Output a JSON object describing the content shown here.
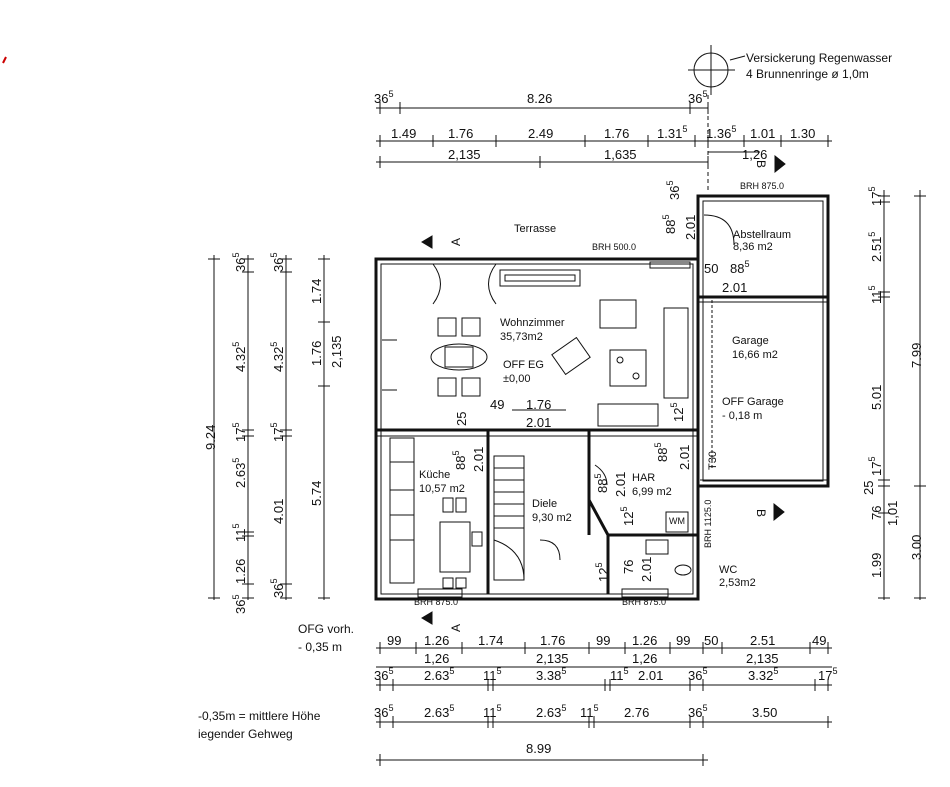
{
  "note_top": {
    "line1": "Versickerung Regenwasser",
    "line2": "4 Brunnenringe ø 1,0m"
  },
  "top_dims": {
    "row1": [
      {
        "v": "36",
        "s": "5"
      },
      {
        "v": "8.26",
        "s": ""
      },
      {
        "v": "36",
        "s": "5"
      }
    ],
    "row2": [
      {
        "v": "1.49",
        "s": ""
      },
      {
        "v": "1.76",
        "s": ""
      },
      {
        "v": "2.49",
        "s": ""
      },
      {
        "v": "1.76",
        "s": ""
      },
      {
        "v": "1.31",
        "s": "5"
      },
      {
        "v": "1.36",
        "s": "5"
      },
      {
        "v": "1.01",
        "s": ""
      },
      {
        "v": "1.30",
        "s": ""
      }
    ],
    "row3": [
      {
        "v": "2,135",
        "s": ""
      },
      {
        "v": "1,635",
        "s": ""
      },
      {
        "v": "1,26",
        "s": ""
      }
    ]
  },
  "rooms": {
    "terrasse": "Terrasse",
    "wohnzimmer": {
      "name": "Wohnzimmer",
      "area": "35,73m2",
      "level1": "OFF EG",
      "level2": "±0,00"
    },
    "abstellraum": {
      "name": "Abstellraum",
      "area": "8,36 m2"
    },
    "garage": {
      "name": "Garage",
      "area": "16,66 m2",
      "level1": "OFF Garage",
      "level2": "- 0,18 m"
    },
    "kueche": {
      "name": "Küche",
      "area": "10,57 m2"
    },
    "diele": {
      "name": "Diele",
      "area": "9,30 m2"
    },
    "har": {
      "name": "HAR",
      "area": "6,99 m2"
    },
    "wc": {
      "name": "WC",
      "area": "2,53m2"
    },
    "wm": "WM"
  },
  "brh": {
    "terrasse": "BRH 500.0",
    "abstell": "BRH 875.0",
    "kueche": "BRH 875.0",
    "wc": "BRH 875.0",
    "har": "BRH 1125.0"
  },
  "misc": {
    "t30": "T30",
    "section_a": "A",
    "section_b": "B"
  },
  "inner_dims": {
    "d49": "49",
    "d176": "1.76",
    "d201": "2.01",
    "d25": "25",
    "d12": {
      "v": "12",
      "s": "5"
    },
    "k88": {
      "v": "88",
      "s": "5"
    },
    "k201": "2.01",
    "h88": {
      "v": "88",
      "s": "5"
    },
    "h201": "2.01",
    "g88": {
      "v": "88",
      "s": "5"
    },
    "g201": "2.01",
    "g12": {
      "v": "12",
      "s": "5"
    },
    "w12": {
      "v": "12",
      "s": "5"
    },
    "w76": "76",
    "w201": "2.01",
    "a36": {
      "v": "36",
      "s": "5"
    },
    "a88": {
      "v": "88",
      "s": "5"
    },
    "a201": "2.01",
    "a50": "50",
    "a88b": {
      "v": "88",
      "s": "5"
    },
    "a201b": "2.01"
  },
  "left_dims": {
    "col1": "9.24",
    "col2": [
      {
        "v": "36",
        "s": "5"
      },
      {
        "v": "4.32",
        "s": "5"
      },
      {
        "v": "17",
        "s": "5"
      },
      {
        "v": "2.63",
        "s": "5"
      },
      {
        "v": "11",
        "s": "5"
      },
      {
        "v": "1.26",
        "s": ""
      },
      {
        "v": "36",
        "s": "5"
      }
    ],
    "col3": [
      {
        "v": "36",
        "s": "5"
      },
      {
        "v": "4.32",
        "s": "5"
      },
      {
        "v": "17",
        "s": "5"
      },
      {
        "v": "4.01",
        "s": ""
      },
      {
        "v": "36",
        "s": "5"
      }
    ],
    "col4": [
      {
        "v": "1.74",
        "s": ""
      },
      {
        "v": "1.76",
        "s": ""
      },
      {
        "v": "5.74",
        "s": ""
      }
    ],
    "col5": "2,135"
  },
  "right_dims": {
    "col1": [
      {
        "v": "17",
        "s": "5"
      },
      {
        "v": "2.51",
        "s": "5"
      },
      {
        "v": "11",
        "s": "5"
      },
      {
        "v": "5.01",
        "s": ""
      },
      {
        "v": "17",
        "s": "5"
      },
      {
        "v": "76",
        "s": ""
      },
      {
        "v": "1.99",
        "s": ""
      }
    ],
    "col1b": [
      {
        "v": "25",
        "s": ""
      },
      {
        "v": "1,01",
        "s": ""
      }
    ],
    "col2": [
      {
        "v": "7.99",
        "s": ""
      },
      {
        "v": "3.00",
        "s": ""
      }
    ]
  },
  "bottom_dims": {
    "row1": [
      {
        "v": "99",
        "s": ""
      },
      {
        "v": "1.26",
        "s": ""
      },
      {
        "v": "1.74",
        "s": ""
      },
      {
        "v": "1.76",
        "s": ""
      },
      {
        "v": "99",
        "s": ""
      },
      {
        "v": "1.26",
        "s": ""
      },
      {
        "v": "99",
        "s": ""
      },
      {
        "v": "50",
        "s": ""
      },
      {
        "v": "2.51",
        "s": ""
      },
      {
        "v": "49",
        "s": ""
      }
    ],
    "row2": [
      {
        "v": "1,26",
        "s": ""
      },
      {
        "v": "2,135",
        "s": ""
      },
      {
        "v": "1,26",
        "s": ""
      },
      {
        "v": "2,135",
        "s": ""
      }
    ],
    "row3": [
      {
        "v": "36",
        "s": "5"
      },
      {
        "v": "2.63",
        "s": "5"
      },
      {
        "v": "11",
        "s": "5"
      },
      {
        "v": "3.38",
        "s": "5"
      },
      {
        "v": "11",
        "s": "5"
      },
      {
        "v": "2.01",
        "s": ""
      },
      {
        "v": "36",
        "s": "5"
      },
      {
        "v": "3.32",
        "s": "5"
      },
      {
        "v": "17",
        "s": "5"
      }
    ],
    "row4": [
      {
        "v": "36",
        "s": "5"
      },
      {
        "v": "2.63",
        "s": "5"
      },
      {
        "v": "11",
        "s": "5"
      },
      {
        "v": "2.63",
        "s": "5"
      },
      {
        "v": "11",
        "s": "5"
      },
      {
        "v": "2.76",
        "s": ""
      },
      {
        "v": "36",
        "s": "5"
      },
      {
        "v": "3.50",
        "s": ""
      }
    ],
    "row5": "8.99"
  },
  "notes": {
    "ofg1": "OFG vorh.",
    "ofg2": "- 0,35 m",
    "mittel1": "-0,35m = mittlere Höhe",
    "mittel2": "iegender Gehweg"
  }
}
